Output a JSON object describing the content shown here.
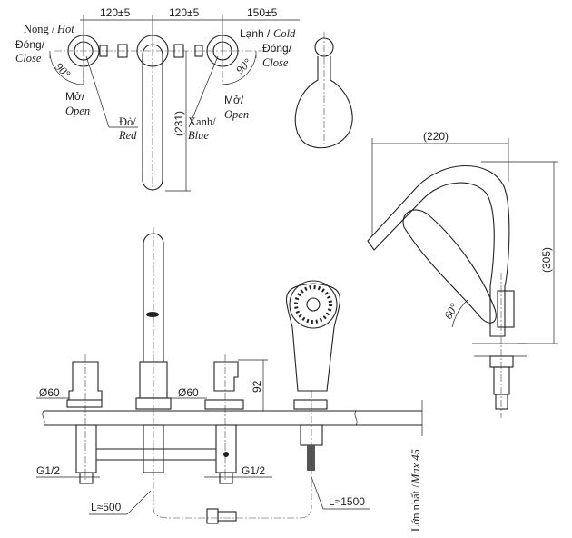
{
  "top_view": {
    "dim_1": "120±5",
    "dim_2": "120±5",
    "dim_3": "150±5",
    "hot_label_vi": "Nóng /",
    "hot_label_en": "Hot",
    "left_close_vi": "Đóng/",
    "left_close_en": "Close",
    "left_angle": "90°",
    "left_open_vi": "Mở/",
    "left_open_en": "Open",
    "red_vi": "Đỏ/",
    "red_en": "Red",
    "spout_length": "(231)",
    "blue_vi": "Xanh/",
    "blue_en": "Blue",
    "cold_label_vi": "Lạnh /",
    "cold_label_en": "Cold",
    "right_close_vi": "Đóng/",
    "right_close_en": "Close",
    "right_angle": "90°",
    "right_open_vi": "Mở/",
    "right_open_en": "Open"
  },
  "side_view": {
    "reach": "(220)",
    "height": "(305)",
    "angle": "60°"
  },
  "front_view": {
    "dia_left": "Ø60",
    "dia_center": "Ø60",
    "handle_height": "92",
    "thread_left": "G1/2",
    "thread_right": "G1/2",
    "hose_short": "L≈500",
    "hose_long": "L≈1500",
    "max_deck_vi": "Lớn nhất /",
    "max_deck_en": "Max 45"
  }
}
